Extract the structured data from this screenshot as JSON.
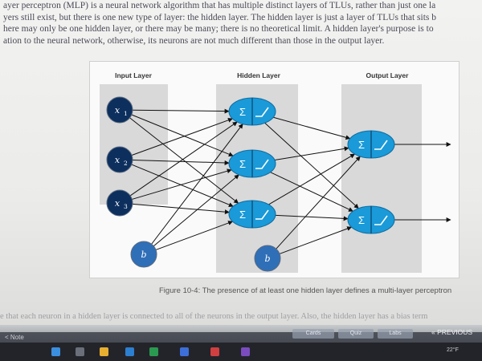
{
  "paragraph": {
    "line1": "ayer perceptron (MLP) is a neural network algorithm that has multiple distinct layers of TLUs, rather than just one la",
    "line2": "yers still exist, but there is one new type of layer: the hidden layer. The hidden layer is just a layer of TLUs that sits b",
    "line3": "here may only be one hidden layer, or there may be many; there is no theoretical limit. A hidden layer's purpose is to",
    "line4": "ation to the neural network, otherwise, its neurons are not much different than those in the output layer."
  },
  "figure": {
    "input_layer_label": "Input Layer",
    "hidden_layer_label": "Hidden Layer",
    "output_layer_label": "Output Layer",
    "input_nodes": [
      {
        "base": "x",
        "sub": "1"
      },
      {
        "base": "x",
        "sub": "2"
      },
      {
        "base": "x",
        "sub": "3"
      }
    ],
    "bias_label": "b",
    "sum_symbol": "Σ",
    "caption": "Figure 10-4: The presence of at least one hidden layer defines a multi-layer perceptron",
    "colors": {
      "input_node": "#0d2f5e",
      "bias_node": "#2f6fb8",
      "hidden_node": "#1a9ad8",
      "output_node": "#1a9ad8",
      "layer_band": "#d9d9d9",
      "arrow": "#111111"
    }
  },
  "paragraph2": "e that each neuron in a hidden layer is connected to all of the neurons in the output layer. Also, the hidden layer has a bias term",
  "reader_toolbar": {
    "cards_label": "Cards",
    "quiz_label": "Quiz",
    "labs_label": "Labs",
    "previous_label": "« PREVIOUS",
    "note_label": "< Note"
  },
  "taskbar": {
    "temperature": "22°F"
  }
}
